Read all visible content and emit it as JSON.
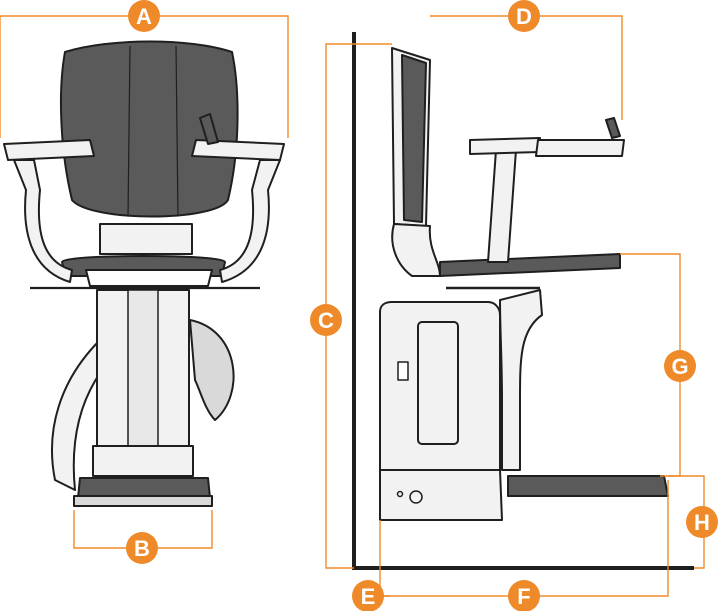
{
  "colors": {
    "accent": "#ef8a2a",
    "outline": "#1f1f1f",
    "seat_dark": "#5a5a5a",
    "body_light": "#f2f2f2",
    "shade": "#d9d9d9"
  },
  "dimensions": [
    {
      "id": "a",
      "label": "A"
    },
    {
      "id": "b",
      "label": "B"
    },
    {
      "id": "c",
      "label": "C"
    },
    {
      "id": "d",
      "label": "D"
    },
    {
      "id": "e",
      "label": "E"
    },
    {
      "id": "f",
      "label": "F"
    },
    {
      "id": "g",
      "label": "G"
    },
    {
      "id": "h",
      "label": "H"
    }
  ]
}
